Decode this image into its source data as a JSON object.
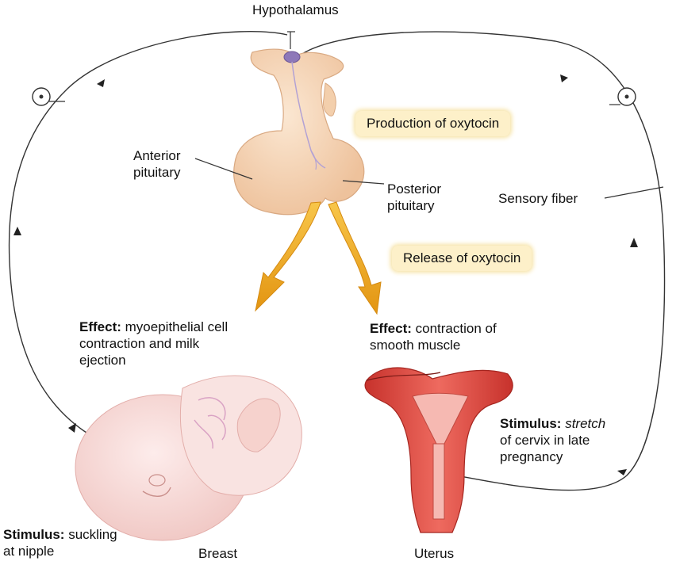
{
  "labels": {
    "hypothalamus": "Hypothalamus",
    "anterior_pituitary_line1": "Anterior",
    "anterior_pituitary_line2": "pituitary",
    "posterior_pituitary_line1": "Posterior",
    "posterior_pituitary_line2": "pituitary",
    "sensory_fiber": "Sensory fiber",
    "breast": "Breast",
    "uterus": "Uterus"
  },
  "callouts": {
    "production": "Production of oxytocin",
    "release": "Release of oxytocin"
  },
  "effects": {
    "left": {
      "title": "Effect:",
      "line1": "myoepithelial cell",
      "line2": "contraction and milk",
      "line3": "ejection"
    },
    "right": {
      "title": "Effect:",
      "line1": "contraction of",
      "line2": "smooth muscle"
    }
  },
  "stimuli": {
    "left": {
      "title": "Stimulus:",
      "line1": "suckling",
      "line2": "at nipple"
    },
    "right": {
      "title": "Stimulus:",
      "line1": "stretch",
      "line2": "of cervix in late",
      "line3": "pregnancy"
    }
  },
  "colors": {
    "gland": "#f6d4b3",
    "gland_outline": "#d9a982",
    "arrow": "#e8a21a",
    "callout_bg": "#fdf0c9",
    "uterus": "#d9413a",
    "infant_skin": "#f7d9d6"
  },
  "icons": {
    "receptor": "circle-dot-receptor-icon",
    "arrowhead": "small-arrowhead-icon"
  }
}
